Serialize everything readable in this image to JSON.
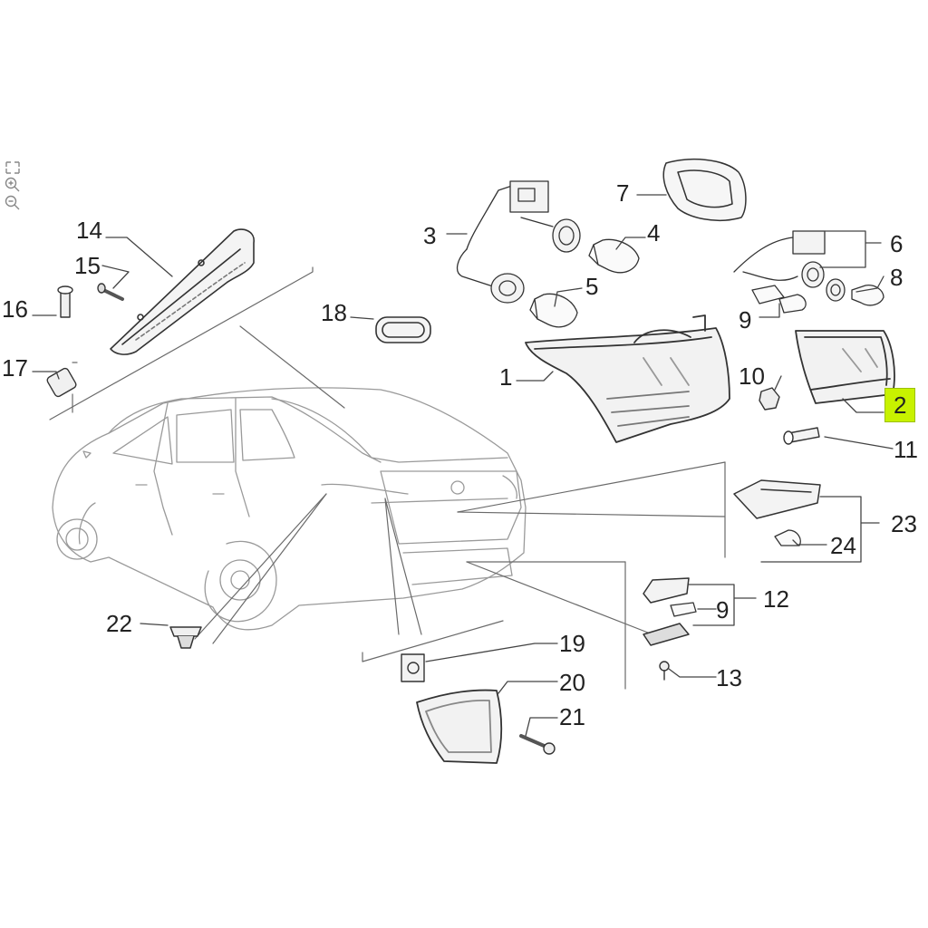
{
  "callouts": {
    "n1": "1",
    "n2": "2",
    "n3": "3",
    "n4": "4",
    "n5": "5",
    "n6": "6",
    "n7": "7",
    "n8": "8",
    "n9a": "9",
    "n9b": "9",
    "n10": "10",
    "n11": "11",
    "n12": "12",
    "n13": "13",
    "n14": "14",
    "n15": "15",
    "n16": "16",
    "n17": "17",
    "n18": "18",
    "n19": "19",
    "n20": "20",
    "n21": "21",
    "n22": "22",
    "n23": "23",
    "n24": "24"
  },
  "highlighted_part": "2",
  "colors": {
    "highlight": "#c8f200",
    "line": "#555555",
    "sketch": "#8a8a8a"
  },
  "controls": {
    "icons": [
      "fit-to-screen-icon",
      "zoom-in-icon",
      "zoom-out-icon"
    ]
  }
}
